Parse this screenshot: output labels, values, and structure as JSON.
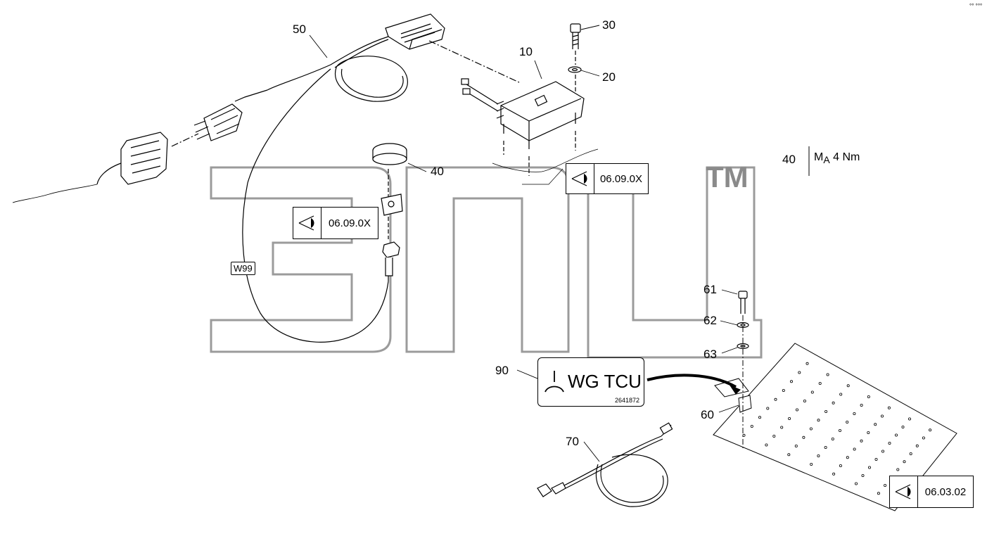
{
  "callouts": {
    "p10": "10",
    "p20": "20",
    "p30": "30",
    "p40": "40",
    "p50": "50",
    "p60": "60",
    "p61": "61",
    "p62": "62",
    "p63": "63",
    "p70": "70",
    "p90": "90"
  },
  "torque_note": {
    "item": "40",
    "symbol": "M",
    "subscript": "A",
    "value": "4 Nm"
  },
  "refs": {
    "ref_top": "06.09.0X",
    "ref_mid": "06.09.0X",
    "ref_bottom": "06.03.02"
  },
  "harness_tag": "W99",
  "label_90": {
    "text": "WG TCU",
    "code": "2641872"
  },
  "watermark": {
    "text": "ЭПЦ",
    "tm": "TM"
  },
  "top_right_mark": "°° °°°",
  "icons": [
    "eye-view-icon",
    "ground-symbol-icon"
  ],
  "colors": {
    "line": "#000000",
    "watermark": "#7a7a7a",
    "background": "#ffffff"
  }
}
